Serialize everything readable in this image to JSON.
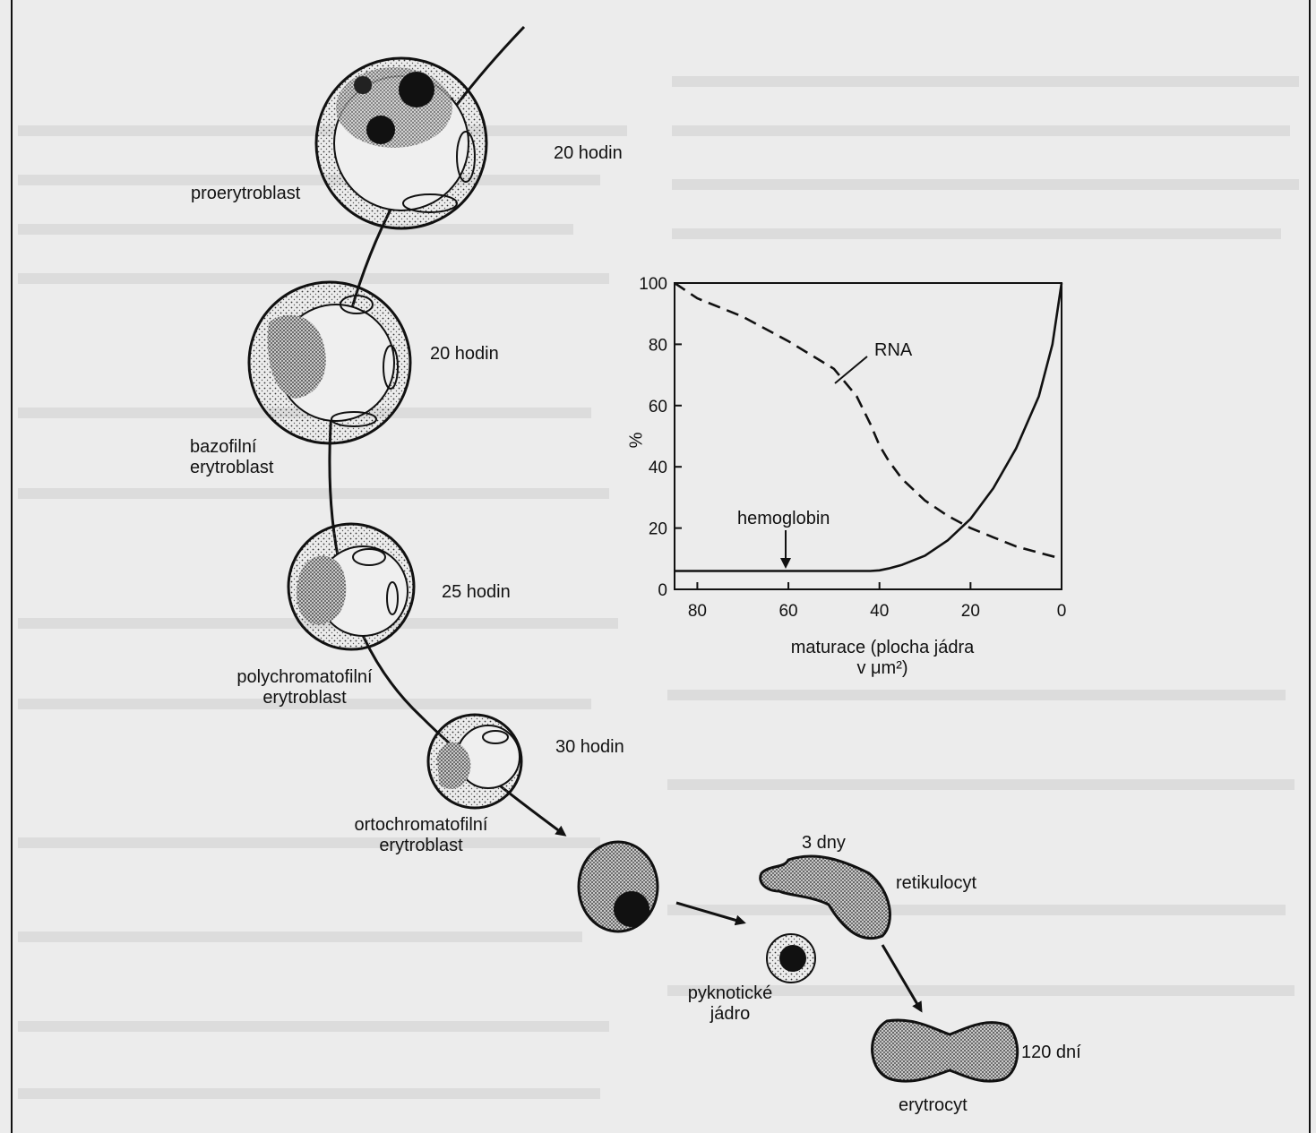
{
  "stages": [
    {
      "name": "proerytroblast",
      "lines": [
        "proerytroblast"
      ],
      "duration": "20 hodin"
    },
    {
      "name": "bazofilni",
      "lines": [
        "bazofilní",
        "erytroblast"
      ],
      "duration": "20 hodin"
    },
    {
      "name": "polychromatofilni",
      "lines": [
        "polychromatofilní",
        "erytroblast"
      ],
      "duration": "25 hodin"
    },
    {
      "name": "ortochromatofilni",
      "lines": [
        "ortochromatofilní",
        "erytroblast"
      ],
      "duration": "30 hodin"
    },
    {
      "name": "retikulocyt",
      "lines": [
        "retikulocyt"
      ],
      "duration": "3 dny"
    },
    {
      "name": "pyknoticke",
      "lines": [
        "pyknotické",
        "jádro"
      ],
      "duration": ""
    },
    {
      "name": "erytrocyt",
      "lines": [
        "erytrocyt"
      ],
      "duration": "120 dní"
    }
  ],
  "chart_data": {
    "type": "line",
    "title": "",
    "ylabel": "%",
    "xlabel_line1": "maturace (plocha jádra",
    "xlabel_line2": "v μm²)",
    "xlim": [
      85,
      0
    ],
    "ylim": [
      0,
      100
    ],
    "xticks": [
      80,
      60,
      40,
      20,
      0
    ],
    "yticks": [
      0,
      20,
      40,
      60,
      80,
      100
    ],
    "series": [
      {
        "name": "RNA",
        "style": "dashed",
        "x": [
          87,
          80,
          70,
          60,
          50,
          45,
          42,
          40,
          38,
          35,
          30,
          25,
          20,
          15,
          10,
          5,
          0
        ],
        "y": [
          100,
          95,
          89,
          81,
          72,
          63,
          54,
          47,
          42,
          36,
          29,
          24,
          20,
          17,
          14,
          12,
          10
        ]
      },
      {
        "name": "hemoglobin",
        "style": "solid",
        "x": [
          87,
          80,
          70,
          60,
          50,
          45,
          42,
          40,
          38,
          35,
          30,
          25,
          20,
          15,
          10,
          5,
          2,
          0
        ],
        "y": [
          6,
          6,
          6,
          6,
          6,
          6,
          6,
          6.2,
          6.8,
          8,
          11,
          16,
          23,
          33,
          46,
          63,
          80,
          100
        ]
      }
    ],
    "annotations": [
      {
        "text": "RNA",
        "target_series": "RNA"
      },
      {
        "text": "hemoglobin",
        "target_series": "hemoglobin"
      }
    ],
    "colors": {
      "line": "#111111"
    }
  }
}
